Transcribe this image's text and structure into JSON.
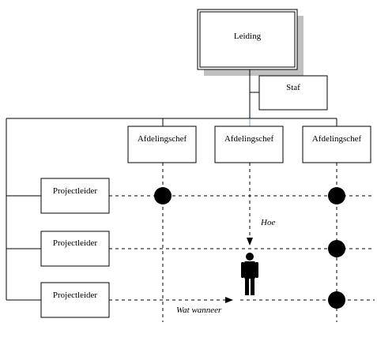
{
  "org_chart": {
    "top": {
      "label": "Leiding"
    },
    "staff": {
      "label": "Staf"
    },
    "departments": [
      {
        "label": "Afdelingschef"
      },
      {
        "label": "Afdelingschef"
      },
      {
        "label": "Afdelingschef"
      }
    ],
    "projects": [
      {
        "label": "Projectleider"
      },
      {
        "label": "Projectleider"
      },
      {
        "label": "Projectleider"
      }
    ],
    "annotations": {
      "how": "Hoe",
      "what_when": "Wat wanneer"
    }
  }
}
